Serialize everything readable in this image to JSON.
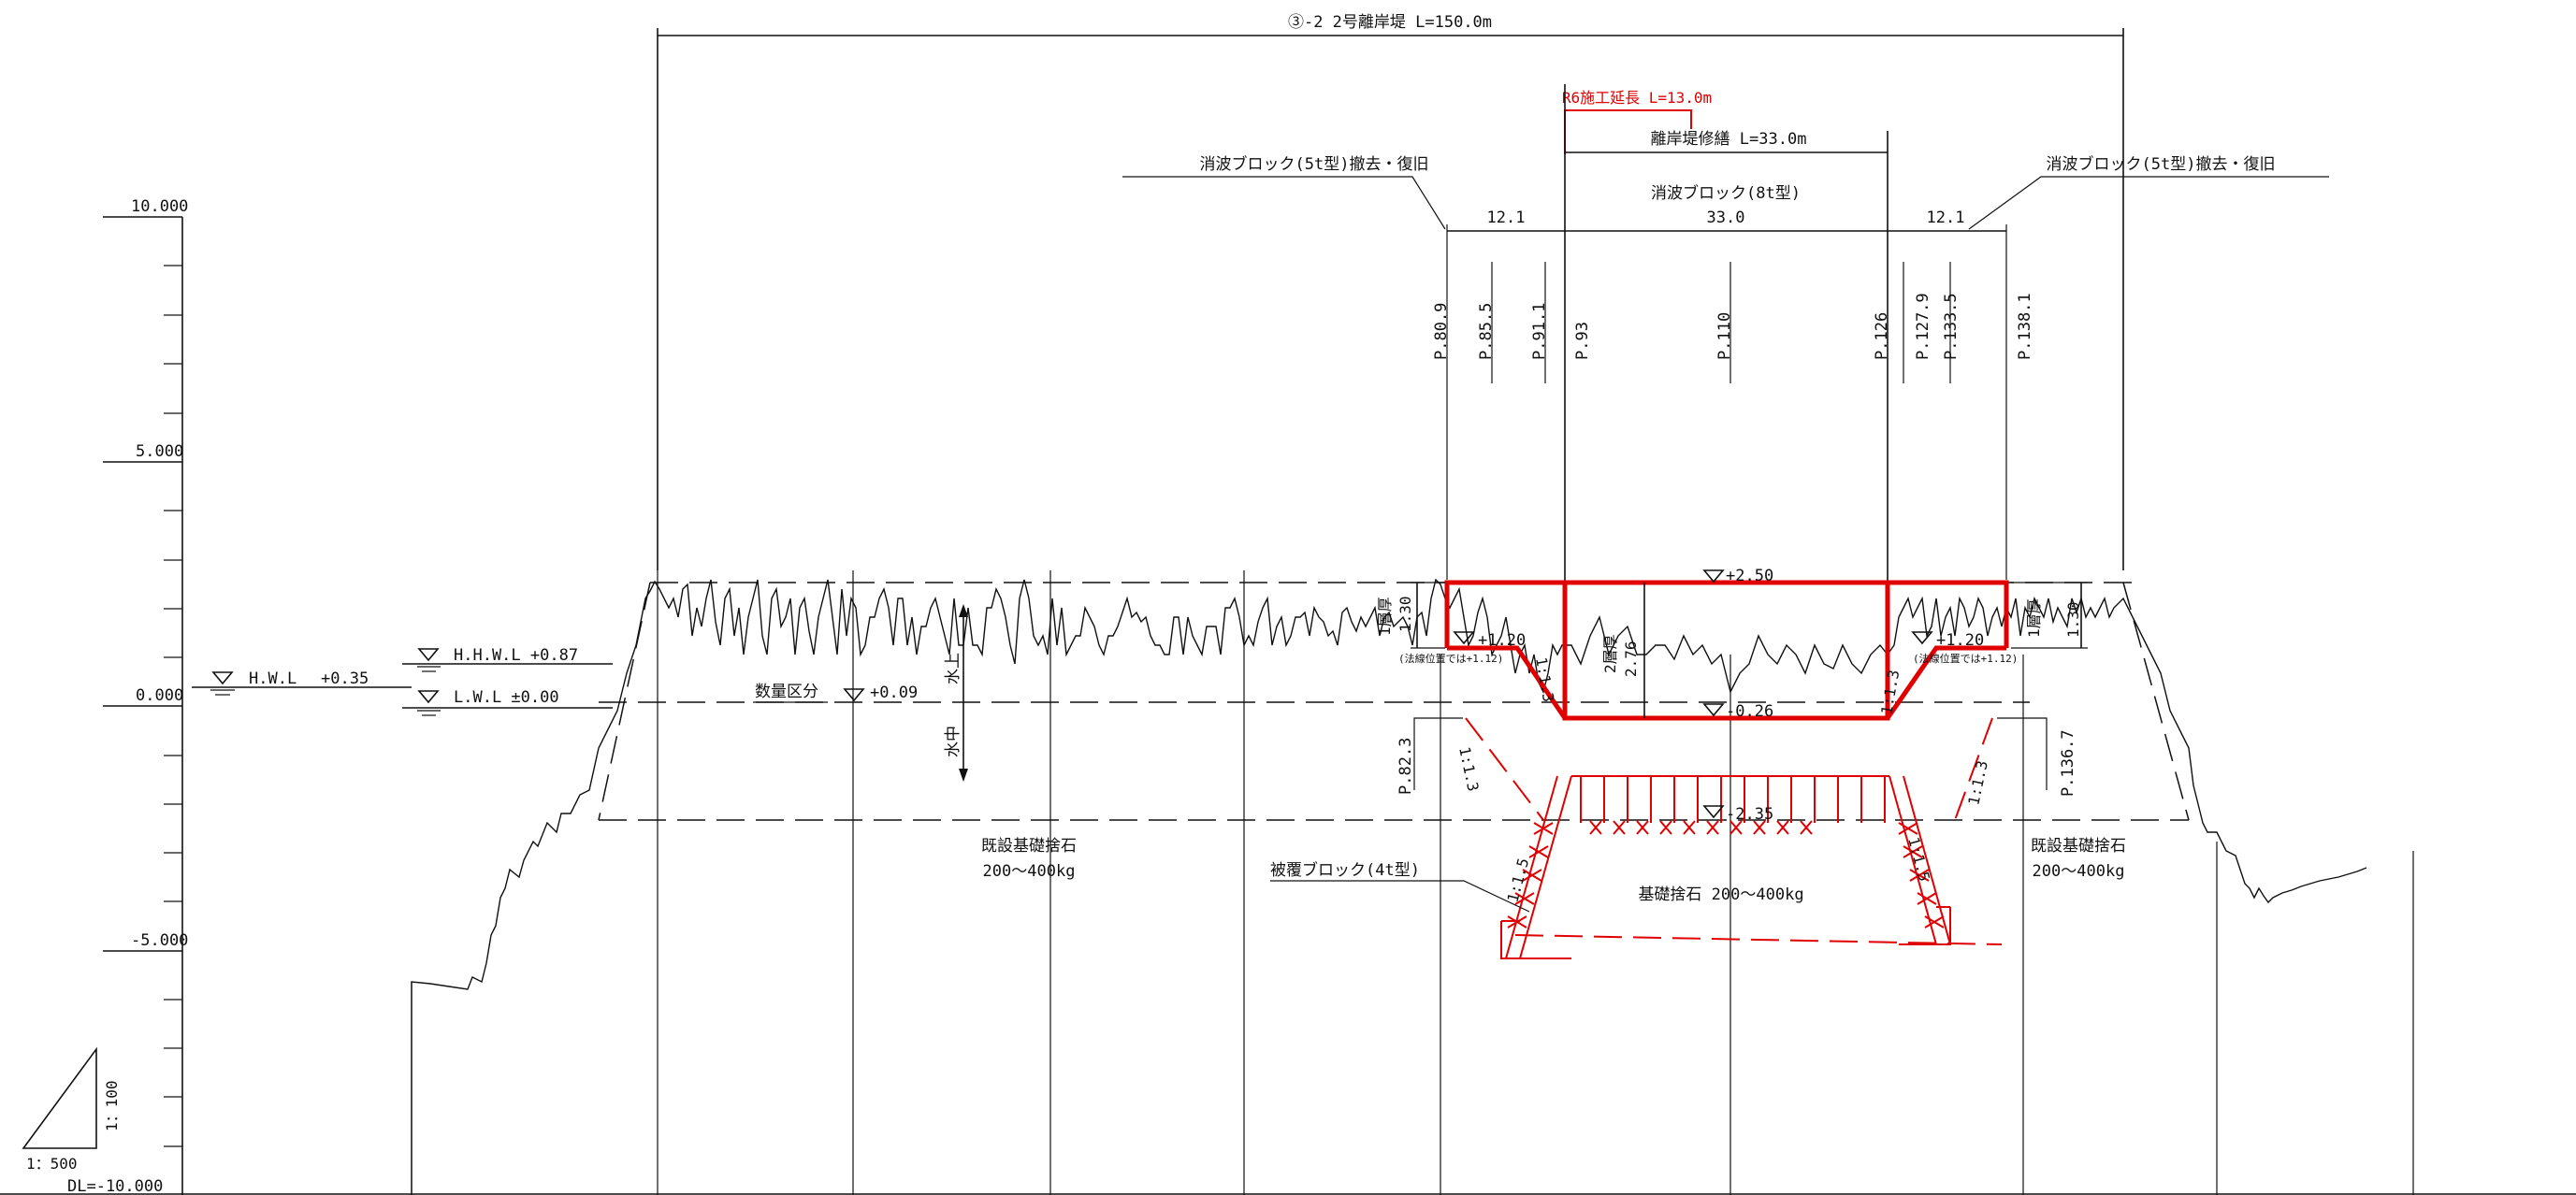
{
  "title": "③-2 2号離岸堤  L=150.0m",
  "r6_label": "R6施工延長 L=13.0m",
  "repair_label": "離岸堤修繕 L=33.0m",
  "left_block_label": "消波ブロック(5t型)撤去・復旧",
  "right_block_label": "消波ブロック(5t型)撤去・復旧",
  "center_block_label": "消波ブロック(8t型)",
  "dims": {
    "left": "12.1",
    "center": "33.0",
    "right": "12.1"
  },
  "stations": [
    "P.80.9",
    "P.85.5",
    "P.91.1",
    "P.93",
    "P.110",
    "P.126",
    "P.127.9",
    "P.133.5",
    "P.138.1"
  ],
  "lower_stations": [
    "P.82.3",
    "P.136.7"
  ],
  "axis_labels": [
    "10.000",
    "5.000",
    "0.000",
    "-5.000"
  ],
  "datum": "DL=-10.000",
  "water_levels": {
    "hwl": "H.W.L",
    "hwl_val": "+0.35",
    "hhwl": "H.H.W.L  +0.87",
    "lwl": "L.W.L   ±0.00"
  },
  "quantity_div": "数量区分",
  "quantity_val": "+0.09",
  "above_water": "水上",
  "below_water": "水中",
  "elev_top": "+2.50",
  "elev_shoulder_left": "+1.20",
  "elev_shoulder_right": "+1.20",
  "shoulder_note": "(法線位置では+1.12)",
  "elev_bottom": "-0.26",
  "elev_base": "-2.35",
  "layer1_left": "1層厚",
  "layer1_left_val": "1.30",
  "layer2": "2層厚",
  "layer2_val": "2.76",
  "layer1_right": "1層厚",
  "layer1_right_val": "1.30",
  "slope_13": "1:1.3",
  "slope_15": "1:1.5",
  "existing_rubble": "既設基礎捨石",
  "rubble_weight": "200～400kg",
  "cover_block": "被覆ブロック(4t型)",
  "base_rubble": "基礎捨石 200～400kg",
  "scale_v": "1：100",
  "scale_h": "1：500",
  "colors": {
    "line": "#111111",
    "accent": "#e00000",
    "background": "#ffffff"
  }
}
